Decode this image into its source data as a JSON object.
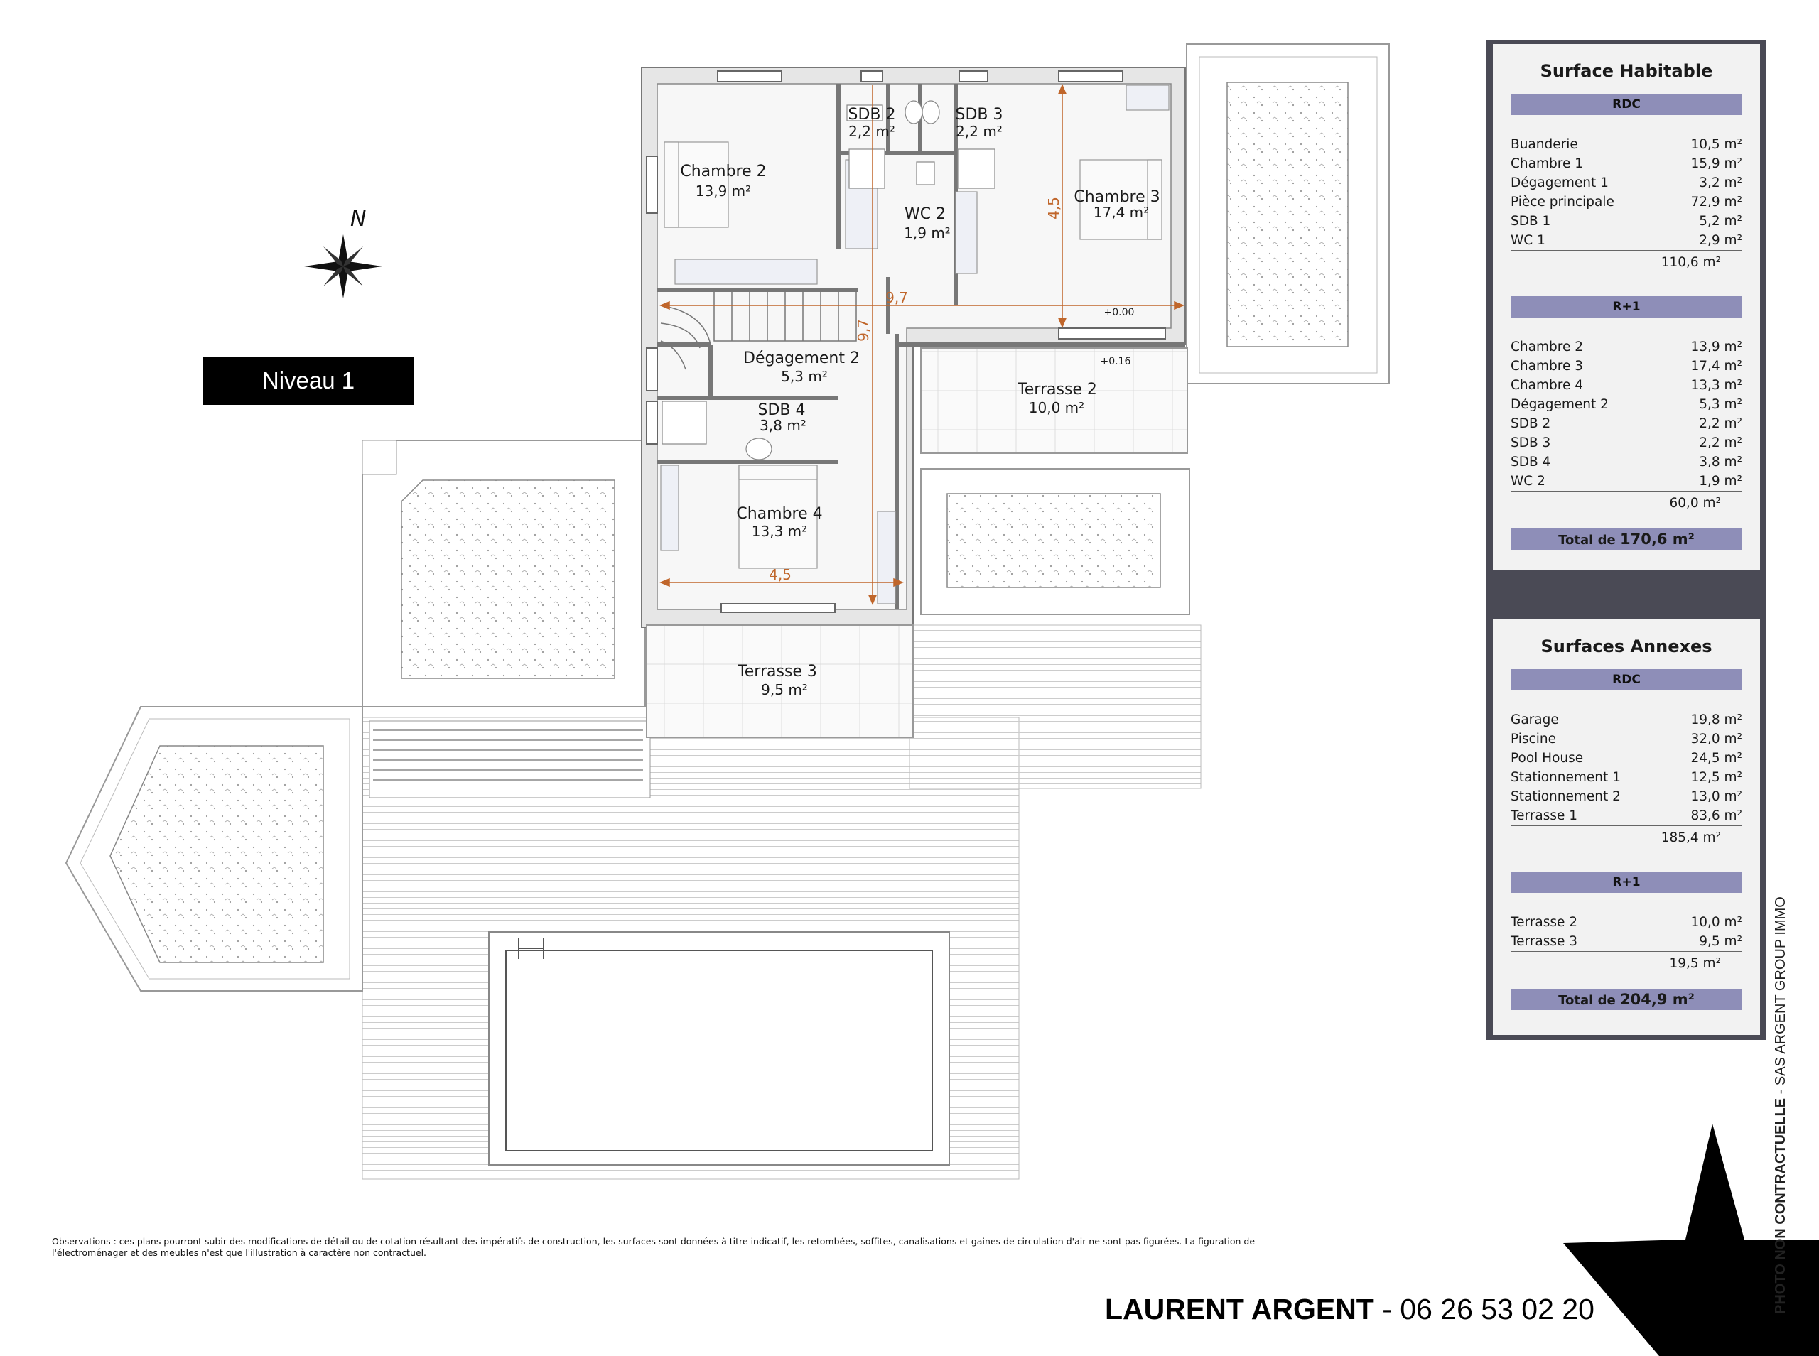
{
  "plan": {
    "niveau_label": "Niveau 1",
    "north": "N",
    "rooms": [
      {
        "name": "Chambre 2",
        "area": "13,9 m²"
      },
      {
        "name": "SDB 2",
        "area": "2,2 m²"
      },
      {
        "name": "SDB 3",
        "area": "2,2 m²"
      },
      {
        "name": "WC 2",
        "area": "1,9 m²"
      },
      {
        "name": "Chambre 3",
        "area": "17,4 m²"
      },
      {
        "name": "Dégagement 2",
        "area": "5,3 m²"
      },
      {
        "name": "SDB 4",
        "area": "3,8 m²"
      },
      {
        "name": "Chambre 4",
        "area": "13,3 m²"
      },
      {
        "name": "Terrasse 2",
        "area": "10,0 m²"
      },
      {
        "name": "Terrasse 3",
        "area": "9,5 m²"
      }
    ],
    "dimensions": {
      "width_top": "9,7",
      "height_left": "9,7",
      "height_right": "4,5",
      "width_bottom": "4,5"
    },
    "levels": {
      "floor": "+0.00",
      "terrace": "+0.16"
    }
  },
  "surface_habitable": {
    "title": "Surface Habitable",
    "rdc": {
      "label": "RDC",
      "items": [
        {
          "name": "Buanderie",
          "area": "10,5 m²"
        },
        {
          "name": "Chambre 1",
          "area": "15,9 m²"
        },
        {
          "name": "Dégagement 1",
          "area": "3,2 m²"
        },
        {
          "name": "Pièce principale",
          "area": "72,9 m²"
        },
        {
          "name": "SDB 1",
          "area": "5,2 m²"
        },
        {
          "name": "WC 1",
          "area": "2,9 m²"
        }
      ],
      "subtotal": "110,6 m²"
    },
    "r1": {
      "label": "R+1",
      "items": [
        {
          "name": "Chambre 2",
          "area": "13,9 m²"
        },
        {
          "name": "Chambre 3",
          "area": "17,4 m²"
        },
        {
          "name": "Chambre 4",
          "area": "13,3 m²"
        },
        {
          "name": "Dégagement 2",
          "area": "5,3 m²"
        },
        {
          "name": "SDB 2",
          "area": "2,2 m²"
        },
        {
          "name": "SDB 3",
          "area": "2,2 m²"
        },
        {
          "name": "SDB 4",
          "area": "3,8 m²"
        },
        {
          "name": "WC 2",
          "area": "1,9 m²"
        }
      ],
      "subtotal": "60,0 m²"
    },
    "total_label": "Total de",
    "total_value": "170,6 m²"
  },
  "surfaces_annexes": {
    "title": "Surfaces Annexes",
    "rdc": {
      "label": "RDC",
      "items": [
        {
          "name": "Garage",
          "area": "19,8 m²"
        },
        {
          "name": "Piscine",
          "area": "32,0 m²"
        },
        {
          "name": "Pool House",
          "area": "24,5 m²"
        },
        {
          "name": "Stationnement 1",
          "area": "12,5 m²"
        },
        {
          "name": "Stationnement 2",
          "area": "13,0 m²"
        },
        {
          "name": "Terrasse 1",
          "area": "83,6 m²"
        }
      ],
      "subtotal": "185,4 m²"
    },
    "r1": {
      "label": "R+1",
      "items": [
        {
          "name": "Terrasse 2",
          "area": "10,0 m²"
        },
        {
          "name": "Terrasse 3",
          "area": "9,5 m²"
        }
      ],
      "subtotal": "19,5 m²"
    },
    "total_label": "Total de",
    "total_value": "204,9 m²"
  },
  "observations": "Observations : ces plans pourront subir des modifications de détail ou de cotation résultant des impératifs de construction, les surfaces sont données à titre indicatif, les retombées, soffites, canalisations et gaines de circulation d'air ne sont pas figurées. La figuration de l'électroménager et des meubles n'est que l'illustration à caractère non contractuel.",
  "contact": {
    "name": "LAURENT ARGENT",
    "separator": " - ",
    "phone": "06 26 53 02 20"
  },
  "disclaimer": {
    "bold": "PHOTO NON CONTRACTUELLE",
    "rest": " - SAS ARGENT GROUP IMMO"
  },
  "colors": {
    "panel_band": "#8e8eb8",
    "panel_frame": "#4a4a55",
    "dimension": "#c0662b"
  }
}
